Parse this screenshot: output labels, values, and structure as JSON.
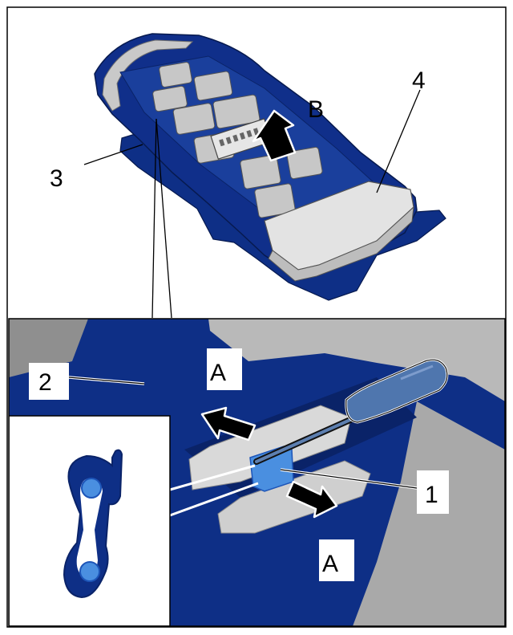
{
  "callouts": {
    "b": "B",
    "four": "4",
    "three": "3",
    "two": "2",
    "a_top": "A",
    "a_bottom": "A",
    "one": "1"
  },
  "colors": {
    "part_blue": "#0e2f86",
    "part_blue_dark": "#0a2368",
    "clip_blue": "#2979e0",
    "clip_fill": "#4a8fe0",
    "grey_light": "#dcdcdc",
    "grey_mid": "#b7b7b7",
    "grey_dark": "#8e8e8e",
    "border": "#000000"
  },
  "icons": [
    "arrow-b-icon",
    "arrow-a-left-icon",
    "arrow-a-right-icon",
    "screwdriver-icon",
    "clip-icon",
    "clip-detail-icon"
  ]
}
